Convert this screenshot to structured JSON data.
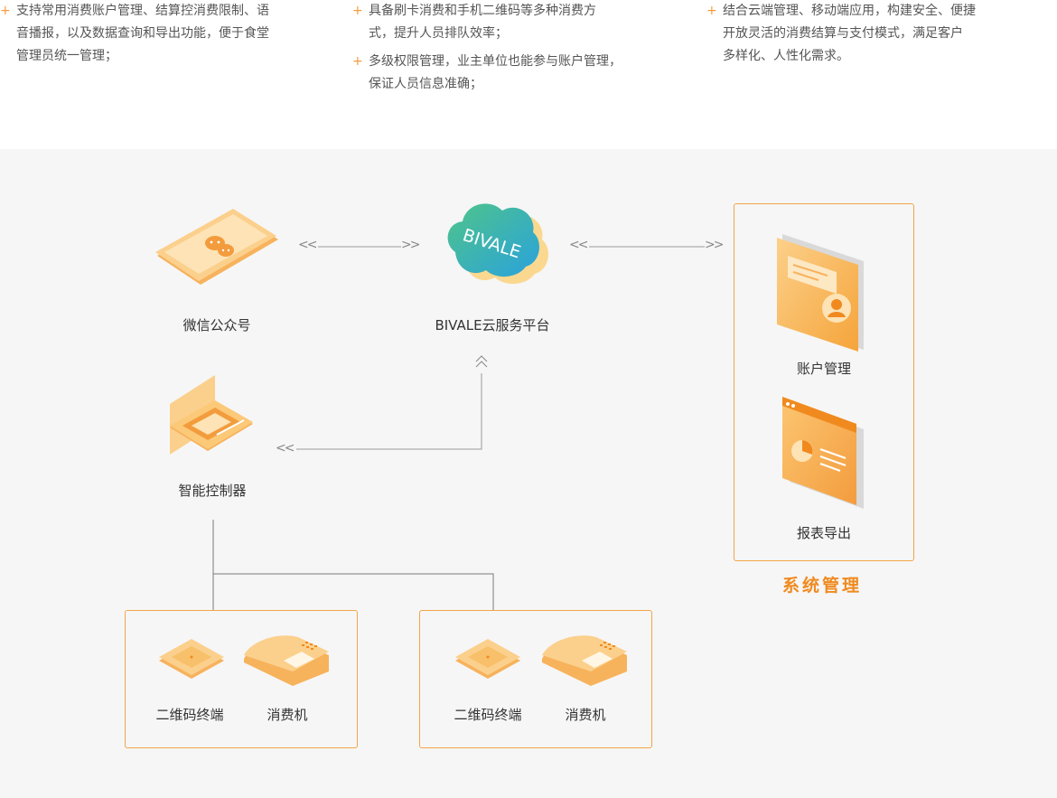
{
  "features": {
    "col1": [
      "支持常用消费账户管理、结算控消费限制、语音播报，以及数据查询和导出功能，便于食堂管理员统一管理；"
    ],
    "col2": [
      "具备刷卡消费和手机二维码等多种消费方式，提升人员排队效率；",
      "多级权限管理，业主单位也能参与账户管理，保证人员信息准确；"
    ],
    "col3": [
      "结合云端管理、移动端应用，构建安全、便捷开放灵活的消费结算与支付模式，满足客户多样化、人性化需求。"
    ]
  },
  "col1_lines": [
    "支持常用消费账户管理、结算控消费限制、语",
    "音播报，以及数据查询和导出功能，便于食堂",
    "管理员统一管理；"
  ],
  "col2_item1_lines": [
    "具备刷卡消费和手机二维码等多种消费方",
    "式，提升人员排队效率；"
  ],
  "col2_item2_lines": [
    "多级权限管理，业主单位也能参与账户管理，",
    "保证人员信息准确；"
  ],
  "col3_lines": [
    "结合云端管理、移动端应用，构建安全、便捷",
    "开放灵活的消费结算与支付模式，满足客户",
    "多样化、人性化需求。"
  ],
  "diagram": {
    "wechat_label": "微信公众号",
    "cloud_label": "BIVALE云服务平台",
    "cloud_logo_text": "BIVALE",
    "controller_label": "智能控制器",
    "account_label": "账户管理",
    "report_label": "报表导出",
    "system_title": "系统管理",
    "group1": {
      "qr_label": "二维码终端",
      "pos_label": "消费机"
    },
    "group2": {
      "qr_label": "二维码终端",
      "pos_label": "消费机"
    },
    "arrow_left": "<<",
    "arrow_right": ">>"
  },
  "colors": {
    "accent": "#f39c3d",
    "box_border": "#f3a548",
    "title": "#f08a1e",
    "cloud_green": "#3dbf93",
    "cloud_blue": "#2aa8d8",
    "background": "#f6f6f6"
  },
  "icons": [
    "wechat-phone-icon",
    "bivale-cloud-icon",
    "smart-controller-icon",
    "account-management-icon",
    "report-export-icon",
    "qr-terminal-icon",
    "pos-machine-icon"
  ]
}
